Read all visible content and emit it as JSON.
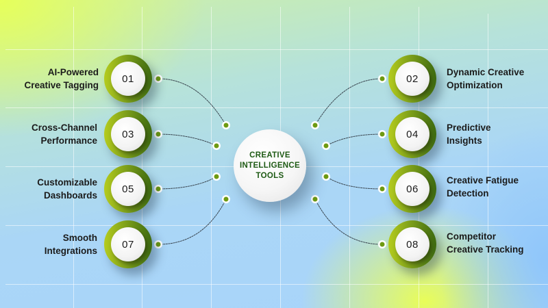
{
  "diagram": {
    "center_title_lines": [
      "CREATIVE",
      "INTELLIGENCE",
      "TOOLS"
    ],
    "colors": {
      "node_ring_light": "#b5cc1e",
      "node_ring_dark": "#3d6a10",
      "center_text": "#1e5a14",
      "connector": "#3a4650",
      "dot": "#6e9a12"
    },
    "items": [
      {
        "number": "01",
        "line1": "AI-Powered",
        "line2": "Creative Tagging",
        "side": "left"
      },
      {
        "number": "02",
        "line1": "Dynamic Creative",
        "line2": "Optimization",
        "side": "right"
      },
      {
        "number": "03",
        "line1": "Cross-Channel",
        "line2": "Performance",
        "side": "left"
      },
      {
        "number": "04",
        "line1": "Predictive",
        "line2": "Insights",
        "side": "right"
      },
      {
        "number": "05",
        "line1": "Customizable",
        "line2": "Dashboards",
        "side": "left"
      },
      {
        "number": "06",
        "line1": "Creative Fatigue",
        "line2": "Detection",
        "side": "right"
      },
      {
        "number": "07",
        "line1": "Smooth",
        "line2": "Integrations",
        "side": "left"
      },
      {
        "number": "08",
        "line1": "Competitor",
        "line2": "Creative Tracking",
        "side": "right"
      }
    ]
  }
}
